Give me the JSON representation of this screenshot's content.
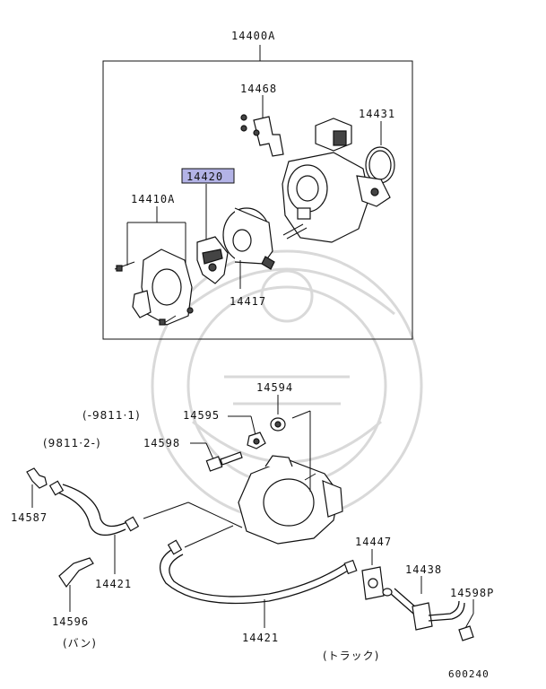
{
  "parts": {
    "p14400A": "14400A",
    "p14468": "14468",
    "p14431": "14431",
    "p14420": "14420",
    "p14410A": "14410A",
    "p14417": "14417",
    "p14594": "14594",
    "p14595": "14595",
    "p14598": "14598",
    "p14587": "14587",
    "p14421a": "14421",
    "p14596": "14596",
    "p14421b": "14421",
    "p14447": "14447",
    "p14438": "14438",
    "p14598P": "14598P"
  },
  "notes": {
    "date_to": "(-9811·1)",
    "date_from": "(9811·2-)",
    "van": "(バン)",
    "truck": "(トラック)"
  },
  "diagram_id": "600240",
  "highlight_color": "#b3b3e6"
}
